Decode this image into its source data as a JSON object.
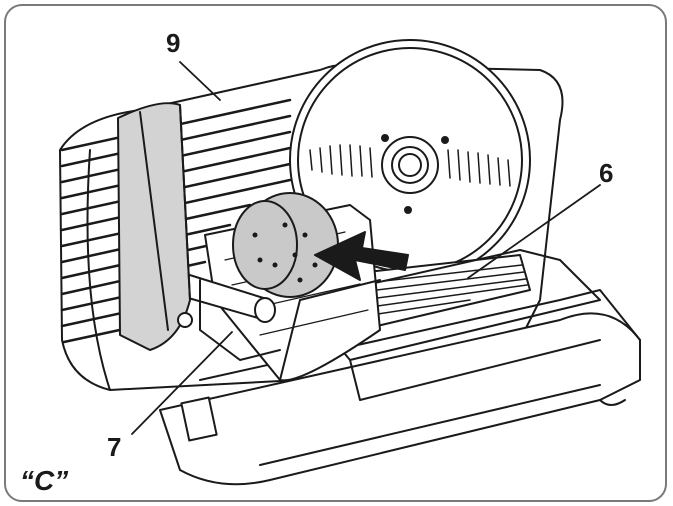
{
  "callouts": {
    "nine": "9",
    "six": "6",
    "seven": "7"
  },
  "figure_label": "“C”",
  "colors": {
    "line": "#1a1a1a",
    "food": "#c9c9c9",
    "guard": "#d3d3d3",
    "frame": "#7a7a7a"
  }
}
